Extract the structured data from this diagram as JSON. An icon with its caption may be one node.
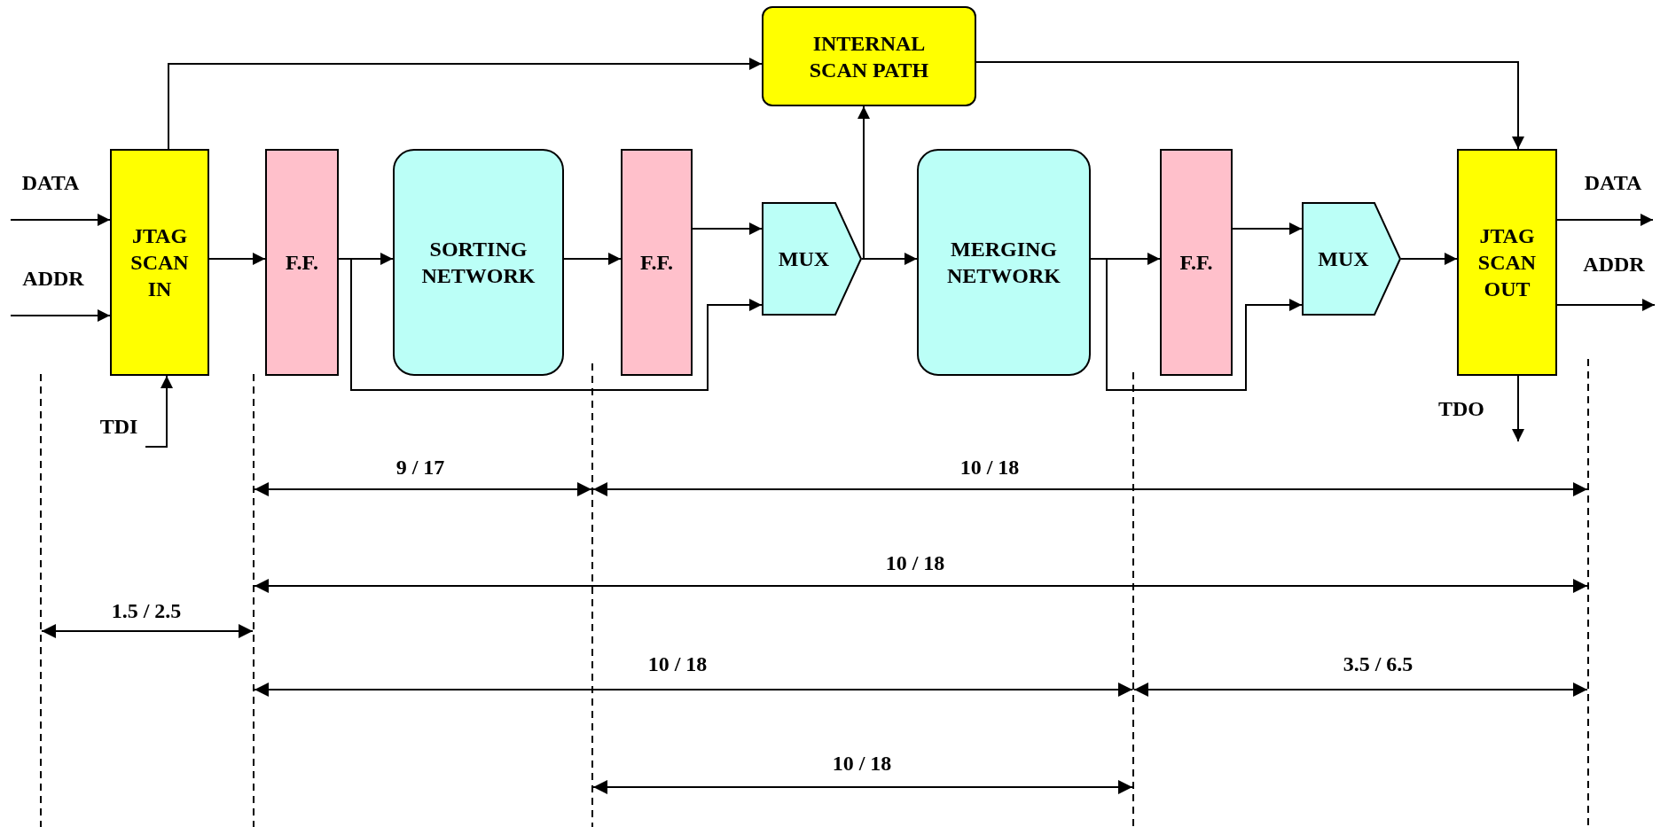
{
  "diagram": {
    "nodes": [
      {
        "text": [
          "INTERNAL SCAN PATH"
        ]
      },
      {
        "text": [
          "DATA"
        ]
      },
      {
        "text": [
          "ADDR"
        ]
      },
      {
        "text": [
          "JTAG SCAN IN"
        ]
      },
      {
        "text": [
          "F.F."
        ]
      },
      {
        "text": [
          "SORTING NETWORK"
        ]
      },
      {
        "text": [
          "F.F."
        ]
      },
      {
        "text": [
          "MUX"
        ]
      },
      {
        "text": [
          "MERGING NETWORK"
        ]
      },
      {
        "text": [
          "F.F."
        ]
      },
      {
        "text": [
          "MUX"
        ]
      },
      {
        "text": [
          "JTAG SCAN OUT"
        ]
      },
      {
        "text": [
          "DATA"
        ]
      },
      {
        "text": [
          "ADDR"
        ]
      },
      {
        "text": [
          "TDI"
        ]
      },
      {
        "text": [
          "TDO"
        ]
      }
    ],
    "edges": [
      {
        "from": 1,
        "to": 3,
        "arrow": "to"
      },
      {
        "from": 2,
        "to": 3,
        "arrow": "to"
      },
      {
        "from": 14,
        "to": 3,
        "arrow": "to"
      },
      {
        "from": 3,
        "to": 4,
        "arrow": "to"
      },
      {
        "from": 3,
        "to": 0,
        "arrow": "to"
      },
      {
        "from": 4,
        "to": 5,
        "arrow": "to"
      },
      {
        "from": 4,
        "to": 7,
        "arrow": "to"
      },
      {
        "from": 5,
        "to": 6,
        "arrow": "to"
      },
      {
        "from": 6,
        "to": 7,
        "arrow": "to"
      },
      {
        "from": 7,
        "to": 8,
        "arrow": "to"
      },
      {
        "from": 7,
        "to": 0,
        "arrow": "to"
      },
      {
        "from": 8,
        "to": 9,
        "arrow": "to"
      },
      {
        "from": 8,
        "to": 10,
        "arrow": "to"
      },
      {
        "from": 9,
        "to": 10,
        "arrow": "to"
      },
      {
        "from": 10,
        "to": 11,
        "arrow": "to"
      },
      {
        "from": 0,
        "to": 11,
        "arrow": "to"
      },
      {
        "from": 11,
        "to": 12,
        "arrow": "to"
      },
      {
        "from": 11,
        "to": 13,
        "arrow": "to"
      },
      {
        "from": 11,
        "to": 15,
        "arrow": "to"
      }
    ],
    "labels": [
      "9 / 17",
      "10 / 18",
      "10 / 18",
      "1.5 / 2.5",
      "10 / 18",
      "3.5 / 6.5",
      "10 / 18"
    ]
  }
}
